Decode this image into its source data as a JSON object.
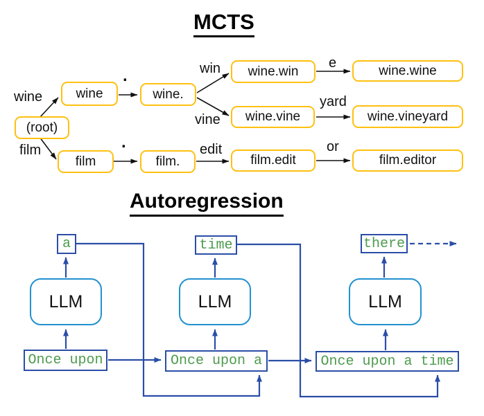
{
  "mcts": {
    "title": "MCTS",
    "nodes": {
      "root": "(root)",
      "wine": "wine",
      "wine_dot": "wine.",
      "film": "film",
      "film_dot": "film.",
      "wine_win": "wine.win",
      "wine_vine": "wine.vine",
      "film_edit": "film.edit",
      "wine_wine": "wine.wine",
      "wine_vineyard": "wine.vineyard",
      "film_editor": "film.editor"
    },
    "edge_labels": {
      "wine": "wine",
      "film": "film",
      "dot1": ".",
      "dot2": ".",
      "win": "win",
      "vine": "vine",
      "edit": "edit",
      "e": "e",
      "yard": "yard",
      "or": "or"
    }
  },
  "autoregression": {
    "title": "Autoregression",
    "steps": [
      {
        "input": "Once upon",
        "model": "LLM",
        "output": "a"
      },
      {
        "input": "Once upon a",
        "model": "LLM",
        "output": "time"
      },
      {
        "input": "Once upon a time",
        "model": "LLM",
        "output": "there"
      }
    ]
  },
  "colors": {
    "tree_node_border": "#FFC010",
    "tree_ink": "#111111",
    "flow_line_blue": "#2a4da6",
    "llm_border_blue": "#2191d0",
    "token_text_green": "#4e9b4e"
  }
}
